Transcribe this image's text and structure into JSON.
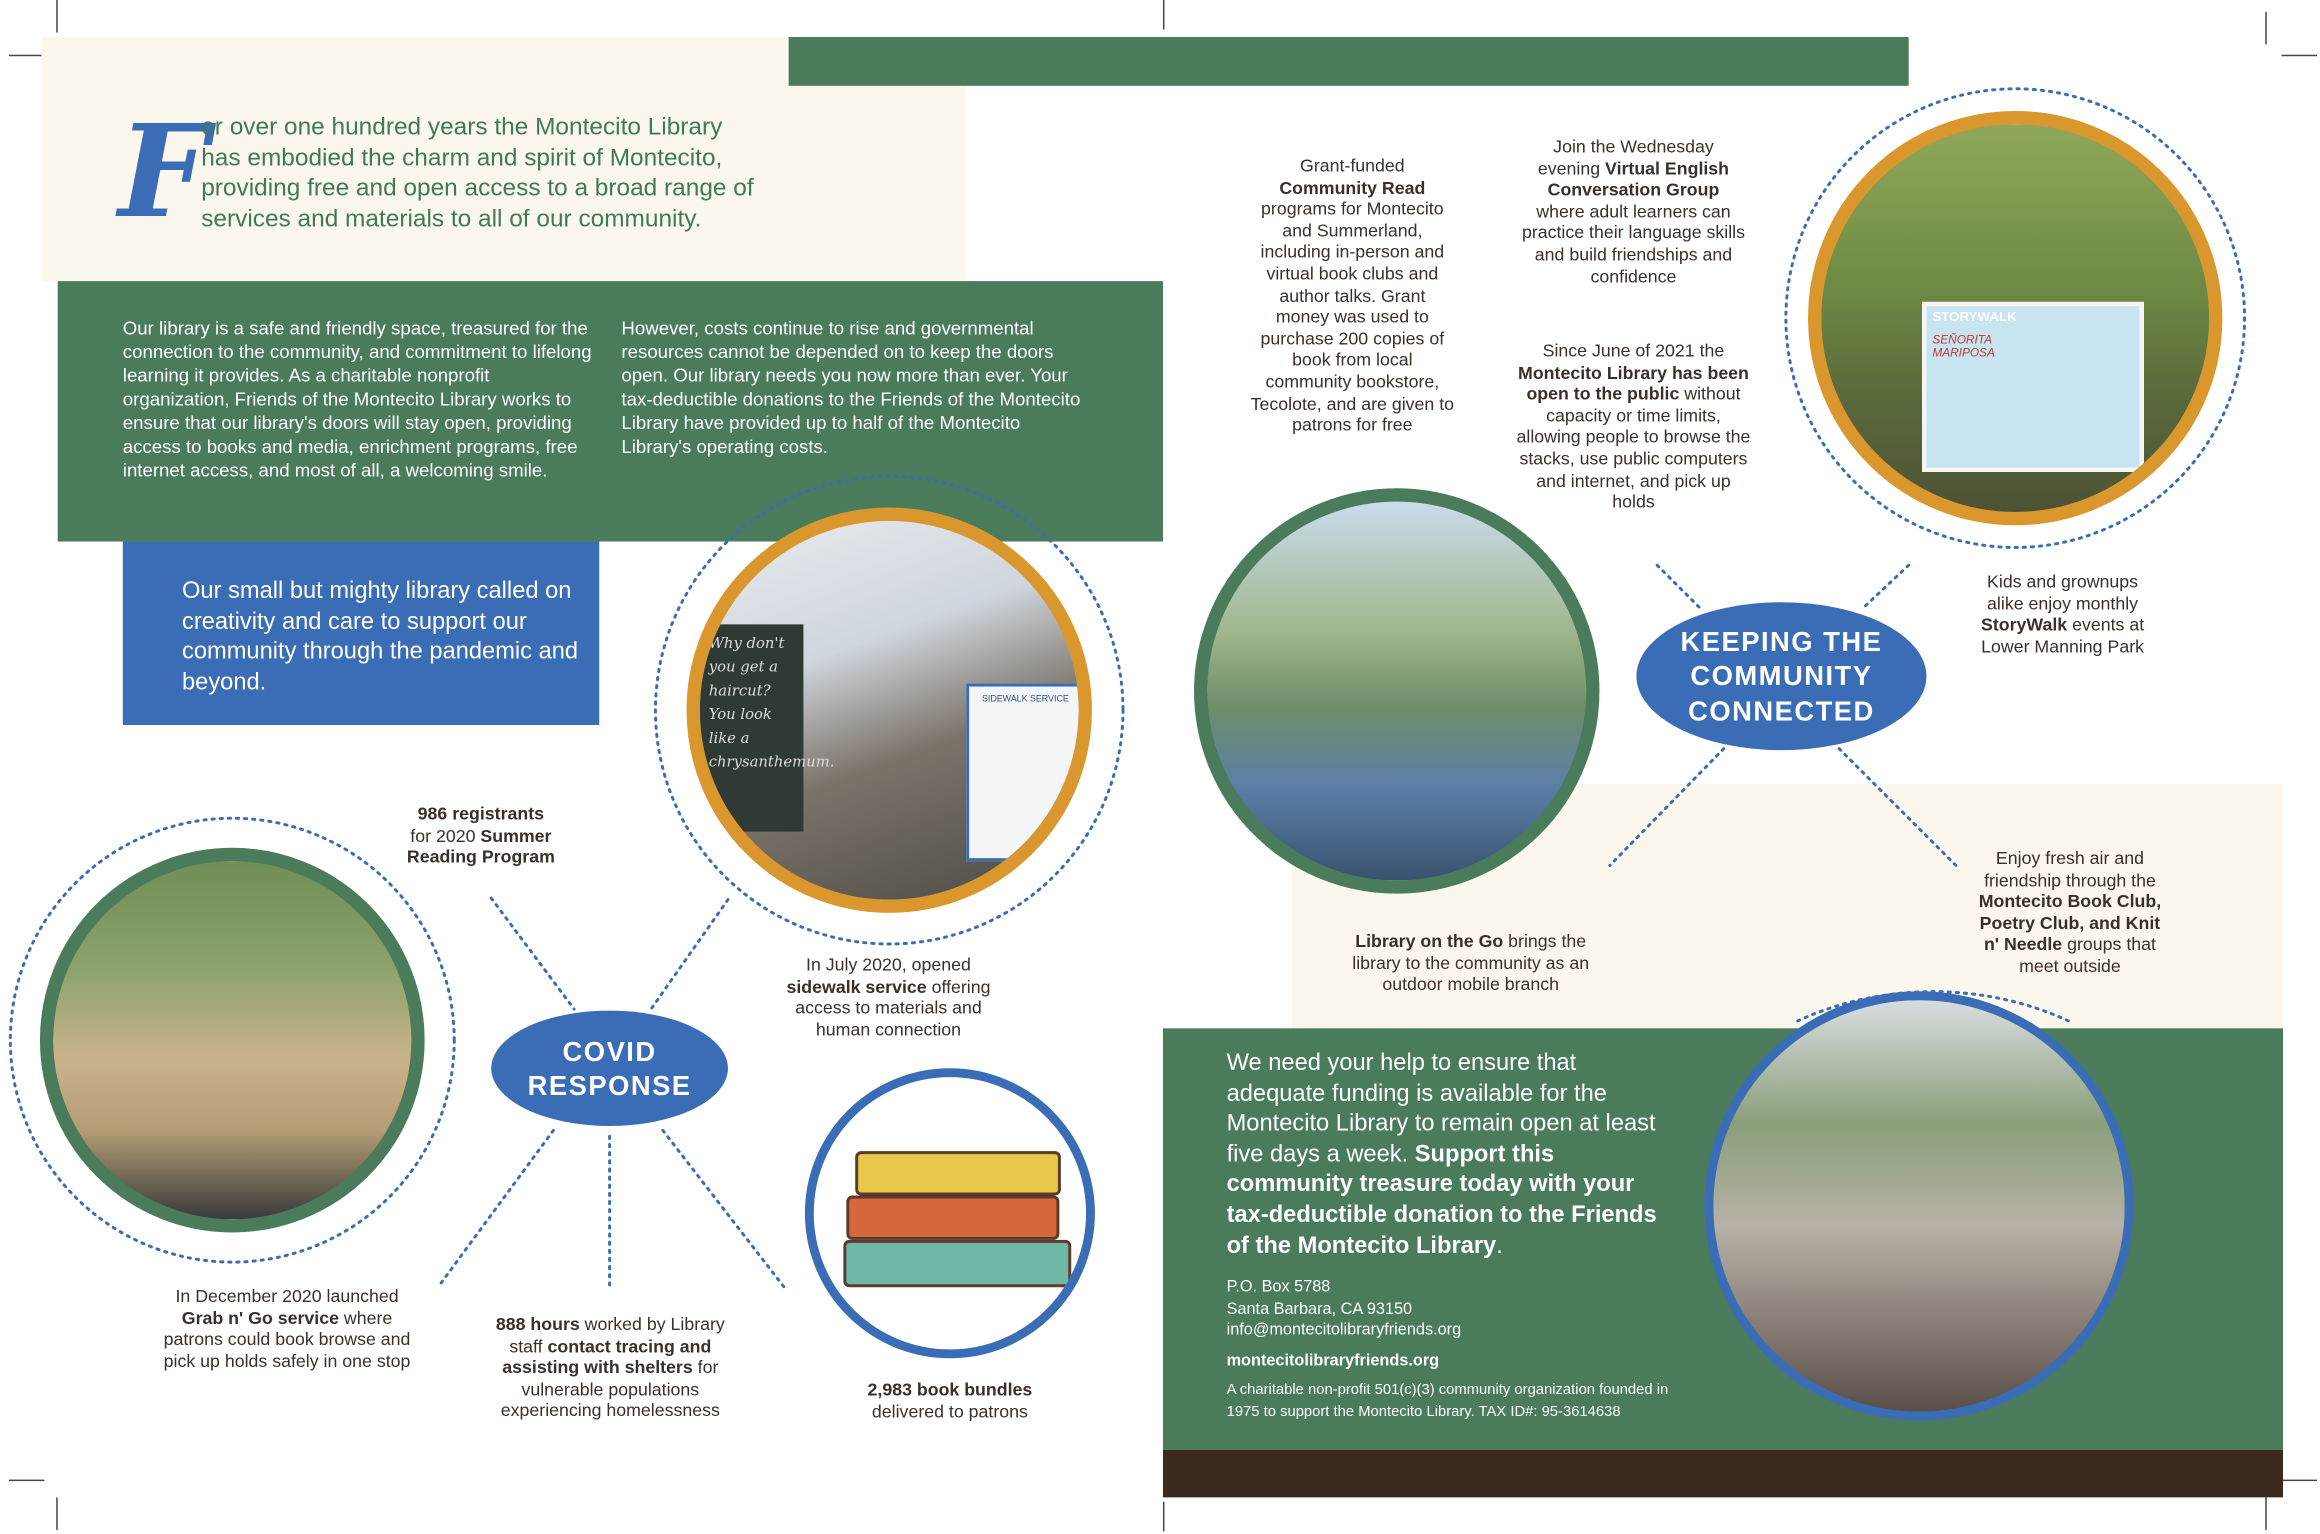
{
  "intro": {
    "drop_cap": "F",
    "text": "or over one hundred years the Montecito Library has embodied the charm and spirit of Montecito, providing free and open access to a broad range of services and materials to all of our community."
  },
  "about": {
    "col1": "Our library is a safe and friendly space, treasured for the connection to the community, and commitment to lifelong learning it provides. As a charitable nonprofit organization, Friends of the Montecito Library works to ensure that our library's doors will stay open, providing access to books and media, enrichment programs, free internet access, and most of all, a welcoming smile.",
    "col2": "However, costs continue to rise and governmental resources cannot be depended on to keep the doors open. Our library needs you now more than ever. Your tax-deductible donations to the Friends of the Montecito Library have provided up to half of the Montecito Library's operating costs."
  },
  "callout": "Our small but mighty library called on creativity and care to support our community through the pandemic and beyond.",
  "covid": {
    "title_line1": "COVID",
    "title_line2": "RESPONSE",
    "summer": {
      "pre": "986 registrants",
      "mid": "for 2020 ",
      "bold": "Summer Reading Program"
    },
    "sidewalk": {
      "pre": "In July 2020, opened ",
      "bold": "sidewalk service",
      "post": " offering access to materials and human connection"
    },
    "grab": {
      "pre": "In December 2020 launched ",
      "bold": "Grab n' Go service",
      "post": " where patrons could book browse and pick up holds safely in one stop"
    },
    "hours": {
      "bold1": "888 hours",
      "mid": " worked by Library staff ",
      "bold2": "contact tracing and assisting with shelters",
      "post": " for vulnerable populations experiencing homelessness"
    },
    "bundles": {
      "bold": "2,983 book bundles",
      "post": "delivered to patrons"
    },
    "sign_text": "Why don't you get a haircut? You look like a chrysanthemum.",
    "sidewalk_sign": "SIDEWALK SERVICE"
  },
  "community": {
    "title_line1": "KEEPING THE",
    "title_line2": "COMMUNITY",
    "title_line3": "CONNECTED",
    "read": {
      "pre": "Grant-funded",
      "bold": "Community Read",
      "post": "programs for Montecito and Summerland, including in-person and virtual book clubs and author talks. Grant money was used to purchase 200 copies of book from local community bookstore, Tecolote, and are given to patrons for free"
    },
    "esl": {
      "pre": "Join the Wednesday evening ",
      "bold": "Virtual English Conversation Group",
      "post": " where adult learners can practice their language skills and build friendships and confidence"
    },
    "open": {
      "pre": "Since June of 2021 the ",
      "bold": "Montecito Library has been open to the public",
      "post": " without capacity or time limits, allowing people to browse the stacks, use public computers and internet, and pick up holds"
    },
    "storywalk": {
      "pre": "Kids and grownups alike enjoy monthly ",
      "bold": "StoryWalk",
      "post": " events at Lower Manning Park"
    },
    "go": {
      "bold": "Library on the Go",
      "post": " brings the library to the community as an outdoor mobile branch"
    },
    "clubs": {
      "pre": "Enjoy fresh air and friendship through the ",
      "bold": "Montecito Book Club, Poetry Club, and Knit n' Needle",
      "post": " groups that meet outside"
    },
    "storywalk_sign": "STORYWALK",
    "book_title": "SEÑORITA MARIPOSA"
  },
  "donate": {
    "plain": "We need your help to ensure that adequate funding is available for the Montecito Library to remain open at least five days a week. ",
    "bold": "Support this community treasure today with your tax-deductible donation to the Friends of the Montecito Library",
    "end": ".",
    "address1": "P.O. Box 5788",
    "address2": "Santa Barbara, CA 93150",
    "email": "info@montecitolibraryfriends.org",
    "website": "montecitolibraryfriends.org",
    "footnote": "A charitable non-profit 501(c)(3) community organization founded in 1975 to support the Montecito Library. TAX ID#: 95-3614638"
  },
  "colors": {
    "green": "#4a7c5c",
    "blue": "#3a6db5",
    "orange": "#d9972e",
    "cream": "#fbf7ec",
    "brown": "#3d2a1f"
  }
}
